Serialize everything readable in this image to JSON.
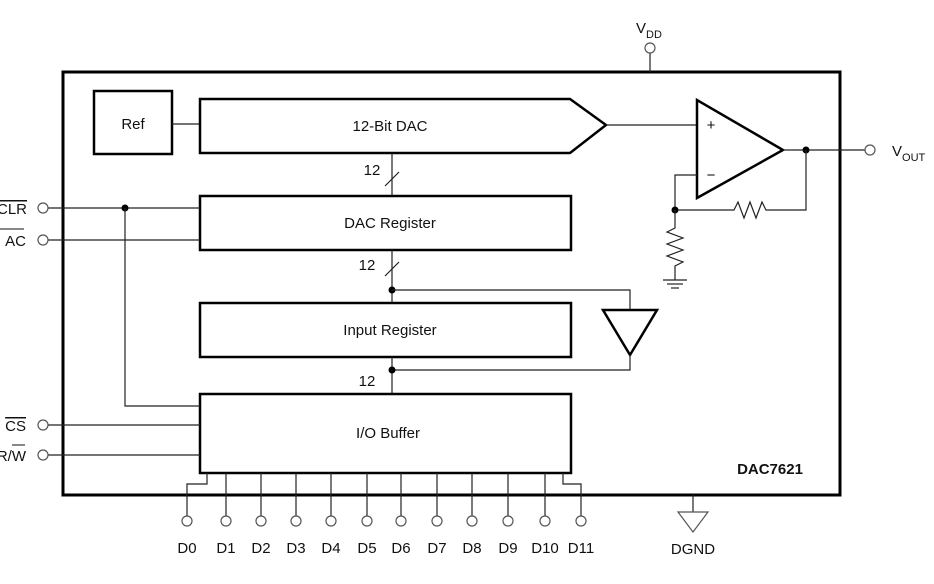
{
  "title": "DAC7621",
  "supply": {
    "vdd": "V",
    "vdd_sub": "DD",
    "gnd": "DGND"
  },
  "output": {
    "vout": "V",
    "vout_sub": "OUT"
  },
  "blocks": {
    "ref": "Ref",
    "dac": "12-Bit DAC",
    "dac_register": "DAC Register",
    "input_register": "Input Register",
    "io_buffer": "I/O Buffer"
  },
  "bus_widths": [
    "12",
    "12",
    "12"
  ],
  "opamp": {
    "plus": "+",
    "minus": "−"
  },
  "left_pins": [
    "CLR",
    "AC",
    "CS",
    "R/W"
  ],
  "data_pins": [
    "D0",
    "D1",
    "D2",
    "D3",
    "D4",
    "D5",
    "D6",
    "D7",
    "D8",
    "D9",
    "D10",
    "D11"
  ]
}
